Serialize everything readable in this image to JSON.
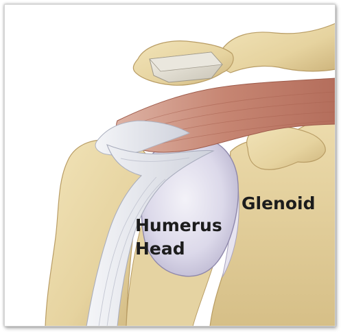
{
  "figure": {
    "labels": {
      "glenoid": "Glenoid",
      "humerus_line1": "Humerus",
      "humerus_line2": "Head"
    },
    "colors": {
      "bone": "#e8d7a8",
      "bone_shadow": "#c9b27a",
      "cartilage": "#e2e0ee",
      "muscle": "#c98a78",
      "tendon": "#eef0f4",
      "text": "#1c1c1c",
      "frame_border": "#cfcfcf"
    }
  }
}
